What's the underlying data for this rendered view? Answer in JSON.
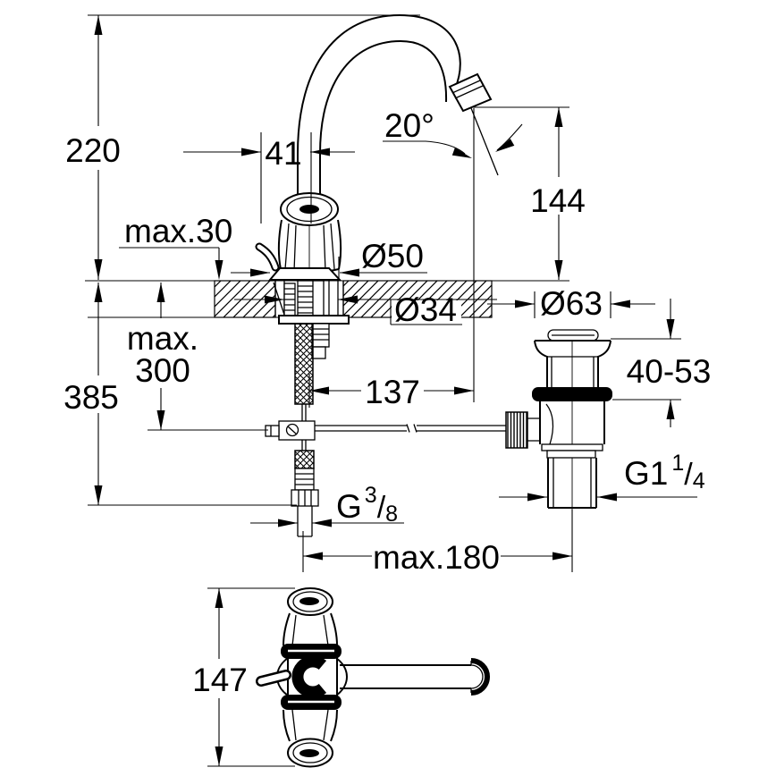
{
  "drawing": {
    "background": "#ffffff",
    "line_color": "#000000",
    "dimensions": {
      "overall_height": "220",
      "spout_offset": "41",
      "spout_angle": "20°",
      "spout_outlet_height": "144",
      "max_deck_thickness": "max.30",
      "base_diameter": "Ø50",
      "mounting_hole_diameter": "Ø34",
      "waste_flange_diameter": "Ø63",
      "max_hose_drop_line1": "max.",
      "max_hose_drop_line2": "300",
      "overall_depth_below": "385",
      "spout_reach": "137",
      "waste_clamping_range": "40-53",
      "supply_thread_base": "G",
      "supply_thread_numerator": "3",
      "supply_thread_slash": "/",
      "supply_thread_denominator": "8",
      "waste_thread_base": "G1",
      "waste_thread_numerator": "1",
      "waste_thread_slash": "/",
      "waste_thread_denominator": "4",
      "max_center_distance": "max.180",
      "handle_width": "147"
    }
  }
}
